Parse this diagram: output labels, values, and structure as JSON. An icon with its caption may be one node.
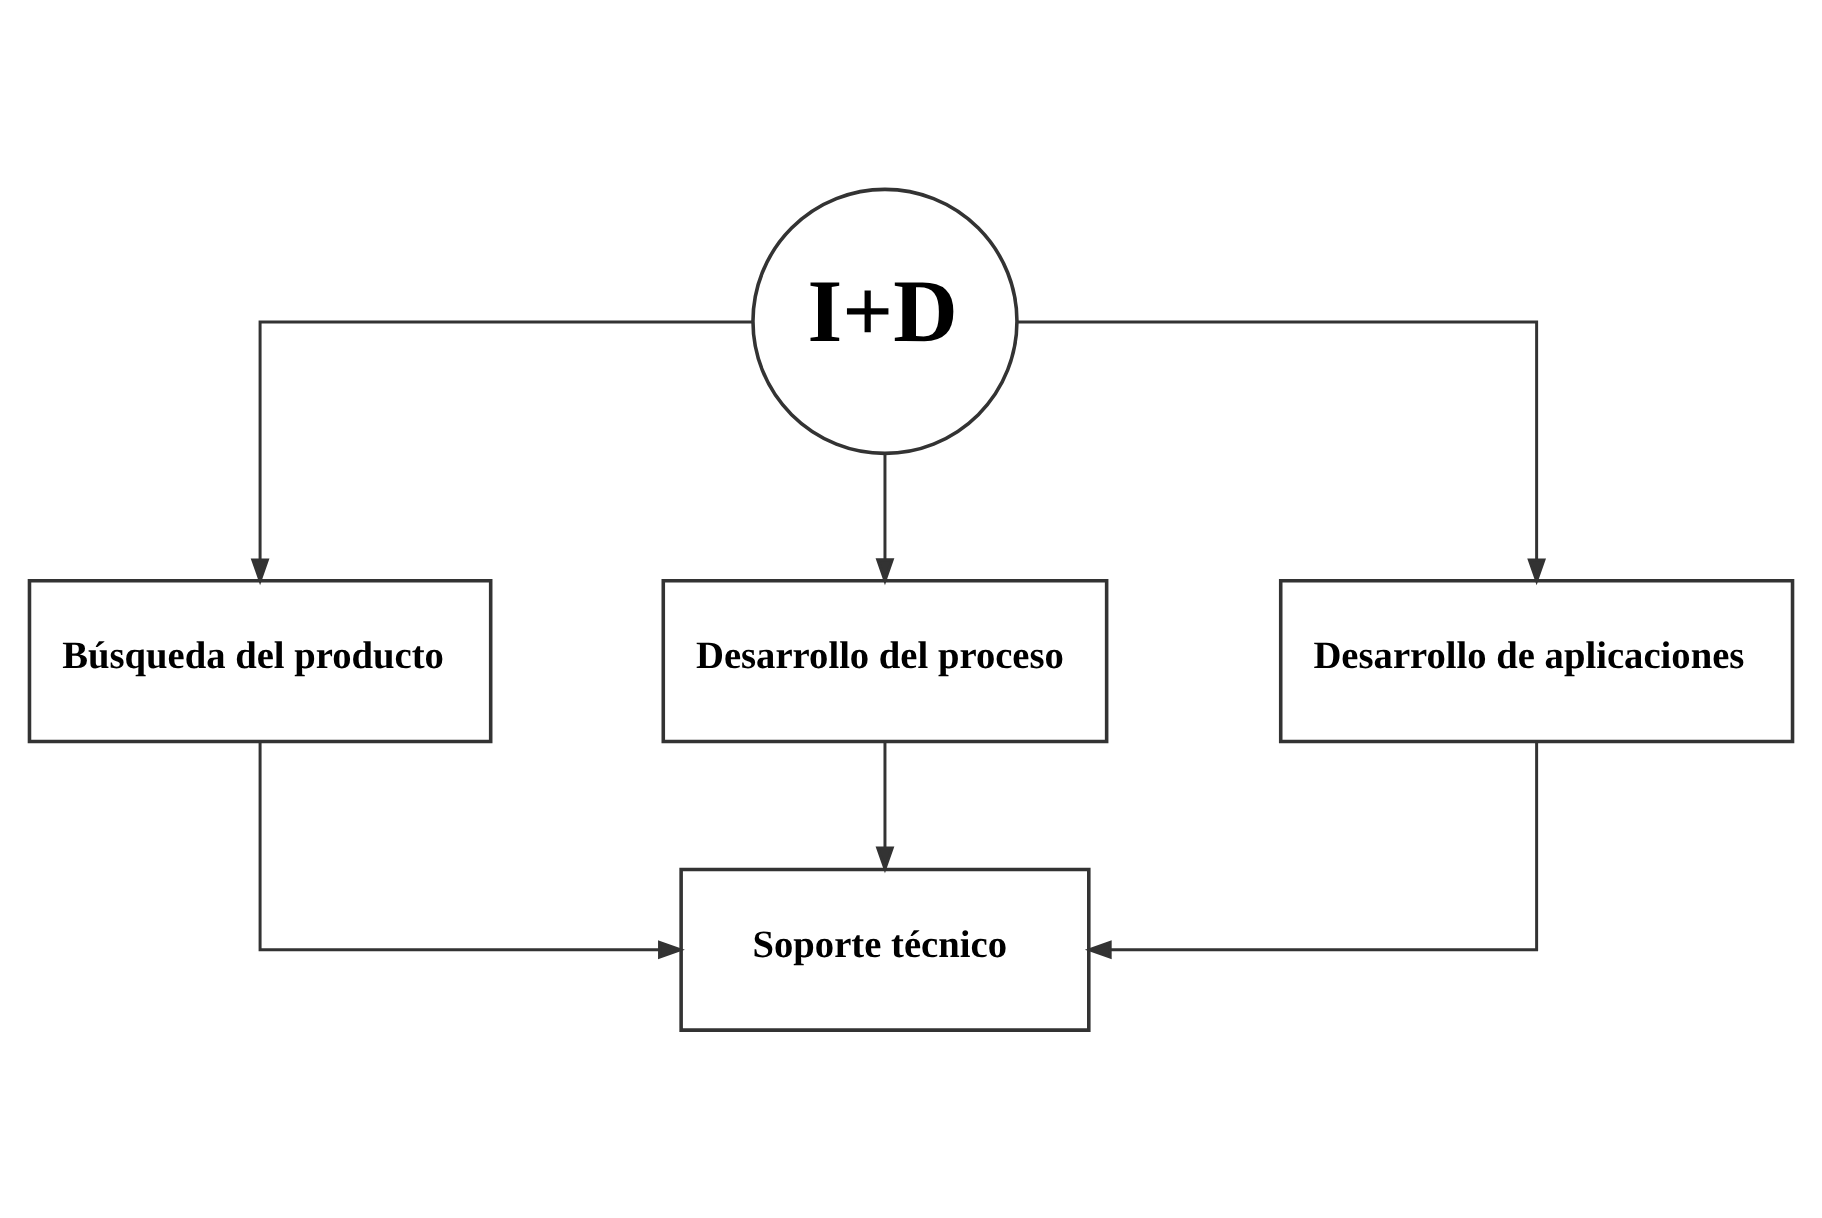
{
  "diagram": {
    "nodes": [
      {
        "text": [
          "I+D"
        ]
      },
      {
        "text": [
          "Búsqueda del producto"
        ]
      },
      {
        "text": [
          "Desarrollo del proceso"
        ]
      },
      {
        "text": [
          "Desarrollo de aplicaciones"
        ]
      },
      {
        "text": [
          "Soporte técnico"
        ]
      }
    ],
    "edges": [
      {
        "from": 0,
        "to": 1,
        "arrow": "to"
      },
      {
        "from": 0,
        "to": 2,
        "arrow": "to"
      },
      {
        "from": 0,
        "to": 3,
        "arrow": "to"
      },
      {
        "from": 1,
        "to": 4,
        "arrow": "to"
      },
      {
        "from": 2,
        "to": 4,
        "arrow": "to"
      },
      {
        "from": 3,
        "to": 4,
        "arrow": "to"
      }
    ]
  }
}
